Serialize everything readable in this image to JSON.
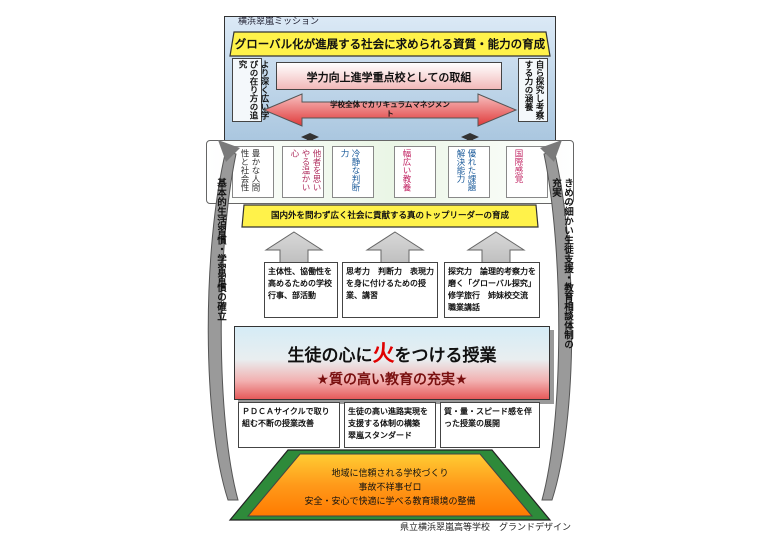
{
  "mission": {
    "label": "横浜翠嵐ミッション",
    "banner": "グローバル化が進展する社会に求められる資質・能力の育成",
    "left_vertical": "より深く広い学びの在り方の追究",
    "right_vertical": "自ら探究し考察する力の涵養",
    "focus_title": "学力向上進学重点校としての取組",
    "curriculum_label": "学校全体でカリキュラムマネジメント"
  },
  "qualities": [
    {
      "text": "豊かな人間性と社会性"
    },
    {
      "text": "他者を思いやる温かい心"
    },
    {
      "text": "冷静な判断力"
    },
    {
      "text": "幅広い教養"
    },
    {
      "text": "優れた課題解決能力"
    },
    {
      "text": "国際感覚"
    }
  ],
  "leader_banner": "国内外を問わず広く社会に貢献する真のトップリーダーの育成",
  "left_support": "基本的生活習慣・学習習慣の確立",
  "right_support": "きめの細かい生徒支援・教育相談体制の充実",
  "pillars": [
    {
      "text": "主体性、協働性を高めるための学校行事、部活動"
    },
    {
      "text": "思考力　判断力　表現力を身に付けるための授業、講習"
    },
    {
      "text": "探究力　論理的考察力を磨く「グローバル探究」修学旅行　姉妹校交流　職業講話"
    }
  ],
  "core": {
    "title_before": "生徒の心に",
    "title_fire": "火",
    "title_after": "をつける授業",
    "subtitle": "★質の高い教育の充実★"
  },
  "foundations": [
    {
      "text": "ＰＤＣＡサイクルで取り組む不断の授業改善"
    },
    {
      "text": "生徒の高い進路実現を支援する体制の構築　翠嵐スタンダード"
    },
    {
      "text": "質・量・スピード感を伴った授業の展開"
    }
  ],
  "base": {
    "line1": "地域に信頼される学校づくり",
    "line2": "事故不祥事ゼロ",
    "line3": "安全・安心で快適に学べる教育環境の整備"
  },
  "caption": "県立横浜翠嵐高等学校　グランドデザイン",
  "colors": {
    "mission_bg_top": "#cfe4f5",
    "mission_bg_bottom": "#7fa8c9",
    "banner_yellow": "#fff24a",
    "core_top": "#cfe7f3",
    "core_bottom": "#e06a6a",
    "fire_red": "#e00000",
    "base_orange": "#ff8a00",
    "base_green": "#2e9a3a"
  }
}
